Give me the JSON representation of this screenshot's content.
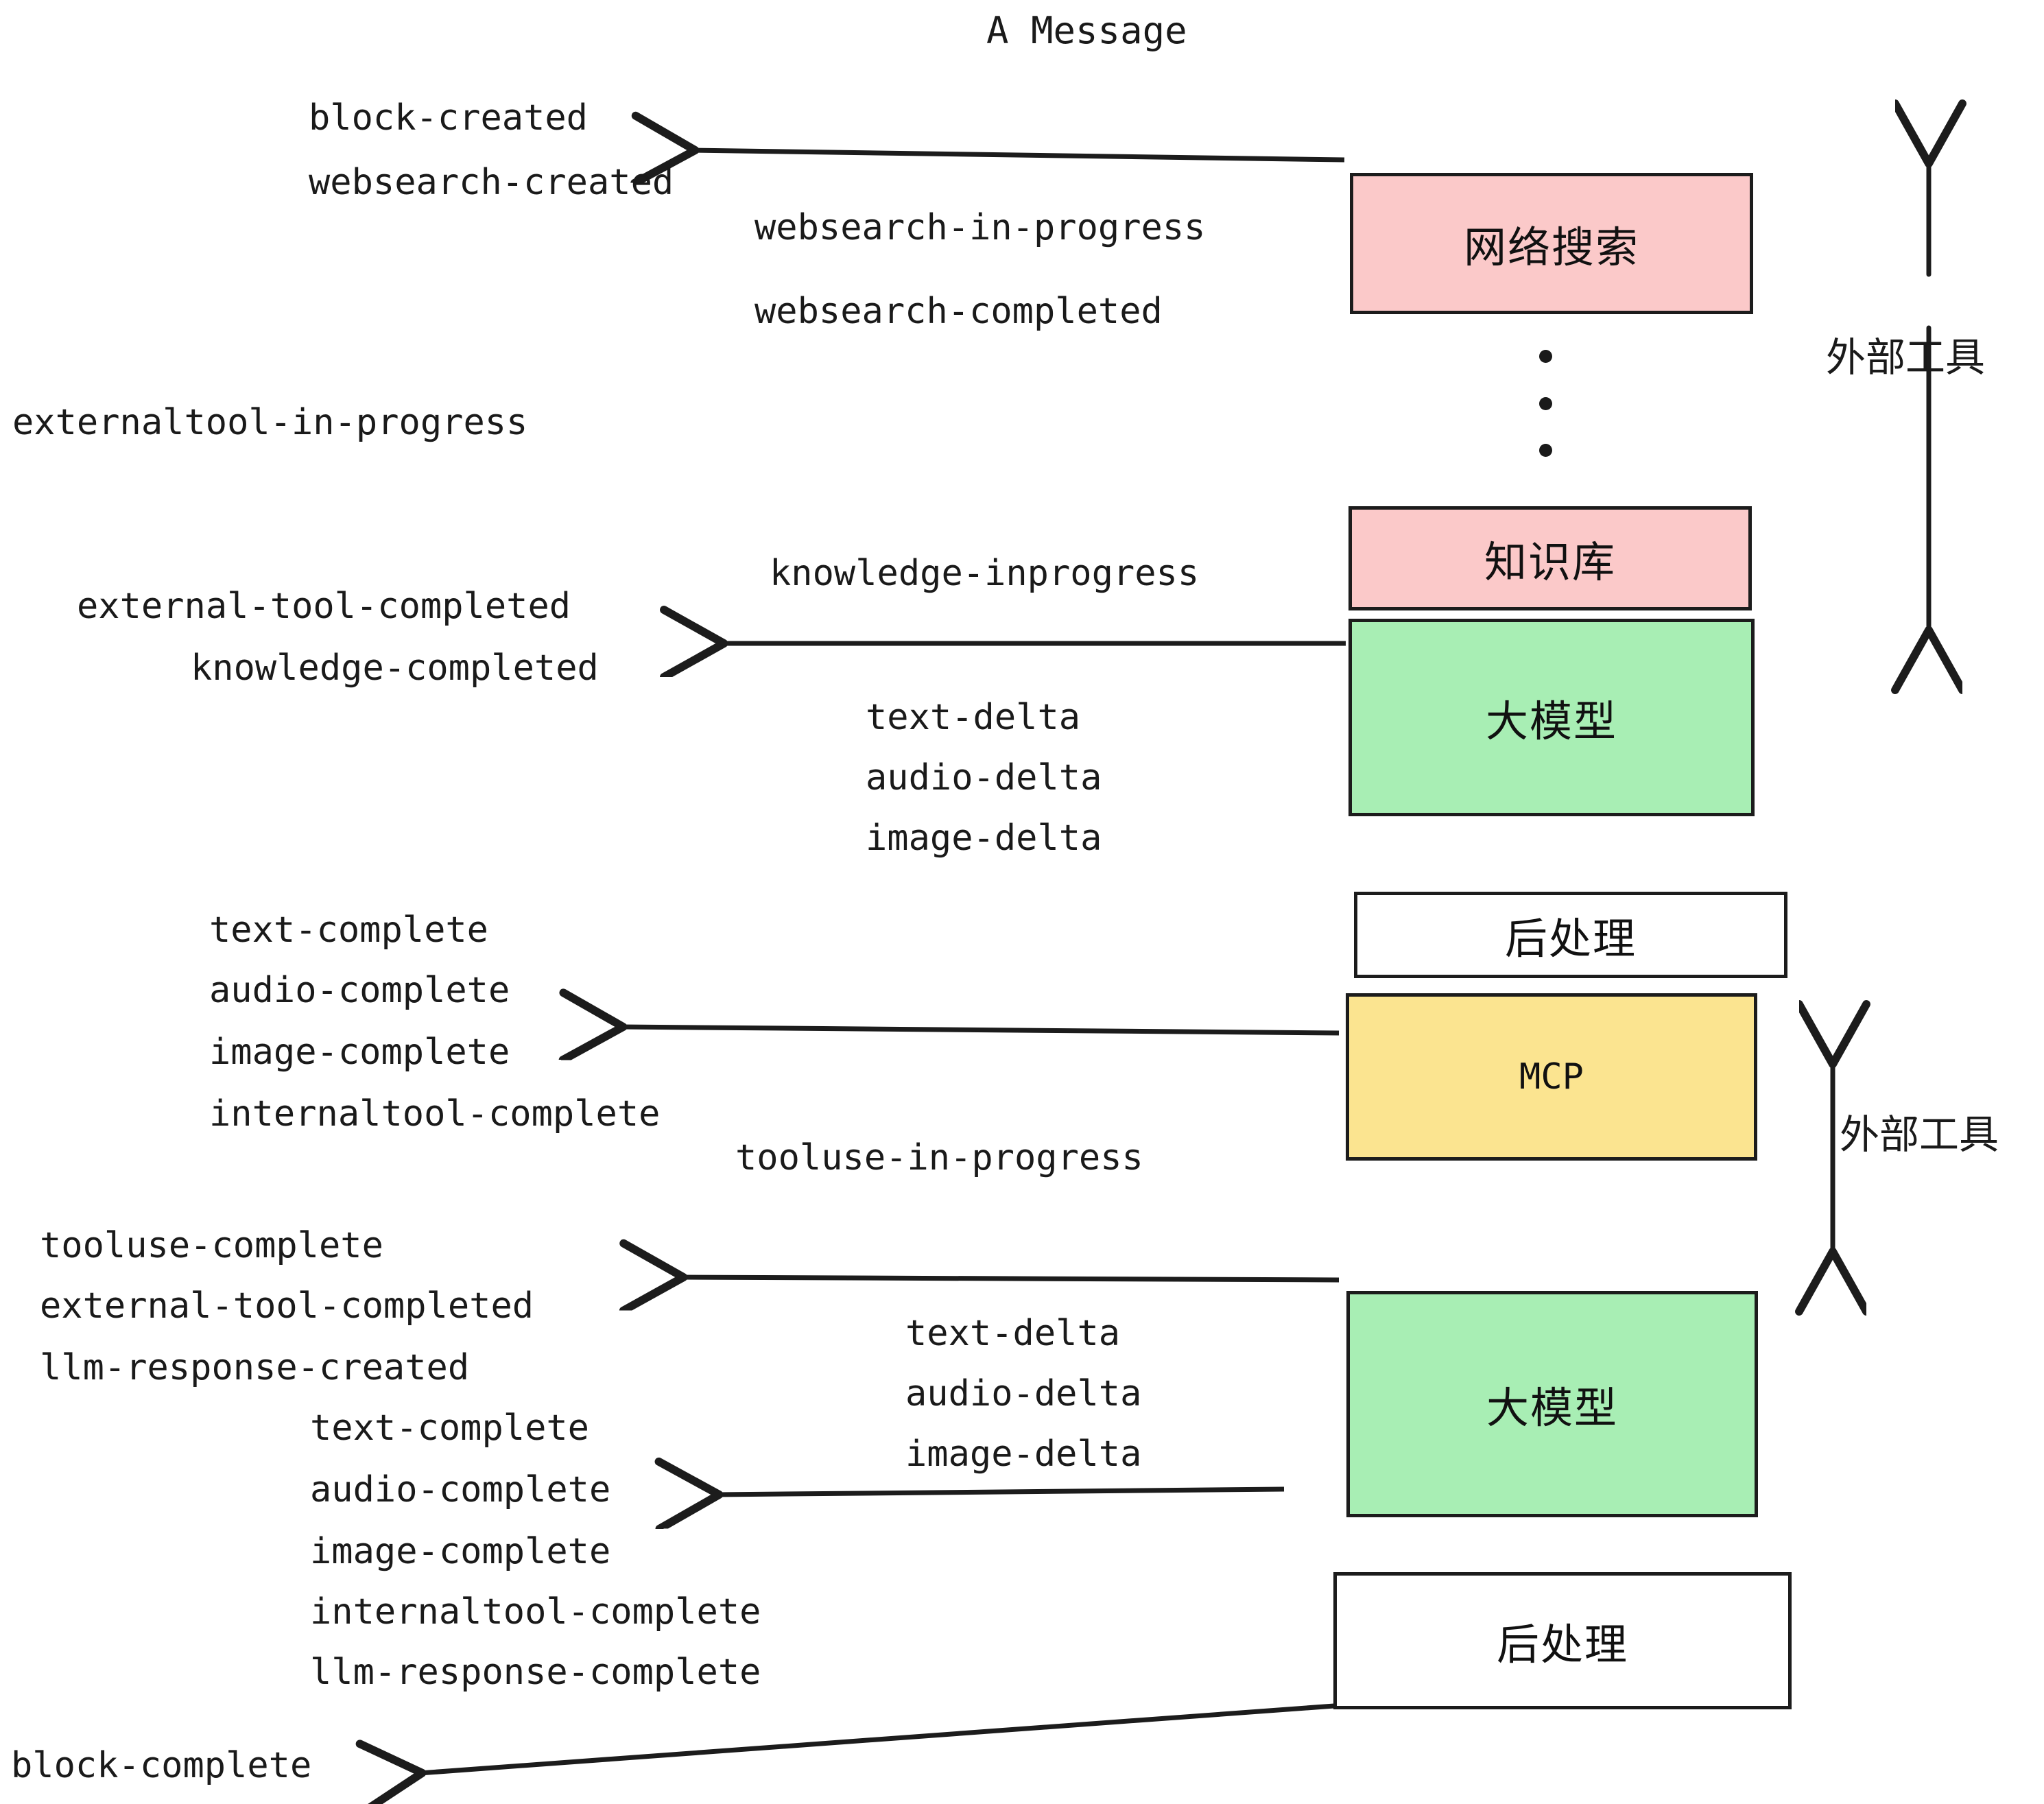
{
  "title": "A Message",
  "colors": {
    "external_tool_fill": "#fbc9c9",
    "llm_fill": "#a8eeb4",
    "mcp_fill": "#fbe490",
    "postprocess_fill": "#ffffff",
    "stroke": "#1c1c1c",
    "text": "#1a1a1a",
    "background": "#ffffff"
  },
  "nodes": [
    {
      "id": "websearch",
      "label": "网络搜索",
      "kind": "external-tool"
    },
    {
      "id": "knowledge",
      "label": "知识库",
      "kind": "external-tool"
    },
    {
      "id": "llm-1",
      "label": "大模型",
      "kind": "llm"
    },
    {
      "id": "postprocess-1",
      "label": "后处理",
      "kind": "postprocess"
    },
    {
      "id": "mcp",
      "label": "MCP",
      "kind": "mcp"
    },
    {
      "id": "llm-2",
      "label": "大模型",
      "kind": "llm"
    },
    {
      "id": "postprocess-2",
      "label": "后处理",
      "kind": "postprocess"
    }
  ],
  "side_labels": [
    {
      "id": "external-tool-bracket-top",
      "label": "外部工具"
    },
    {
      "id": "external-tool-bracket-bottom",
      "label": "外部工具"
    }
  ],
  "events": [
    {
      "id": "block-created",
      "label": "block-created"
    },
    {
      "id": "websearch-created",
      "label": "websearch-created"
    },
    {
      "id": "websearch-in-progress",
      "label": "websearch-in-progress"
    },
    {
      "id": "websearch-completed",
      "label": "websearch-completed"
    },
    {
      "id": "externaltool-in-progress",
      "label": "externaltool-in-progress"
    },
    {
      "id": "knowledge-inprogress",
      "label": "knowledge-inprogress"
    },
    {
      "id": "external-tool-completed-1",
      "label": "external-tool-completed"
    },
    {
      "id": "knowledge-completed",
      "label": "knowledge-completed"
    },
    {
      "id": "text-delta-1",
      "label": "text-delta"
    },
    {
      "id": "audio-delta-1",
      "label": "audio-delta"
    },
    {
      "id": "image-delta-1",
      "label": "image-delta"
    },
    {
      "id": "text-complete-1",
      "label": "text-complete"
    },
    {
      "id": "audio-complete-1",
      "label": "audio-complete"
    },
    {
      "id": "image-complete-1",
      "label": "image-complete"
    },
    {
      "id": "internaltool-complete-1",
      "label": "internaltool-complete"
    },
    {
      "id": "tooluse-in-progress",
      "label": "tooluse-in-progress"
    },
    {
      "id": "tooluse-complete",
      "label": "tooluse-complete"
    },
    {
      "id": "external-tool-completed-2",
      "label": "external-tool-completed"
    },
    {
      "id": "llm-response-created",
      "label": "llm-response-created"
    },
    {
      "id": "text-complete-2",
      "label": "text-complete"
    },
    {
      "id": "text-delta-2",
      "label": "text-delta"
    },
    {
      "id": "audio-delta-2",
      "label": "audio-delta"
    },
    {
      "id": "image-delta-2",
      "label": "image-delta"
    },
    {
      "id": "audio-complete-2",
      "label": "audio-complete"
    },
    {
      "id": "image-complete-2",
      "label": "image-complete"
    },
    {
      "id": "internaltool-complete-2",
      "label": "internaltool-complete"
    },
    {
      "id": "llm-response-complete",
      "label": "llm-response-complete"
    },
    {
      "id": "block-complete",
      "label": "block-complete"
    }
  ],
  "ellipsis": {
    "id": "vertical-ellipsis",
    "dot_count": 3
  }
}
